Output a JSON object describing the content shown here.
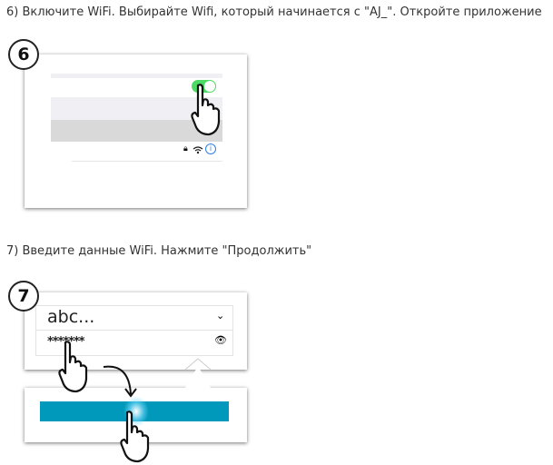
{
  "step6": {
    "number": "6",
    "instruction": "6) Включите WiFi. Выбирайте Wifi, который начинается с \"AJ_\". Откройте приложение"
  },
  "step7": {
    "number": "7",
    "instruction": "7) Введите данные WiFi. Нажмите \"Продолжить\"",
    "ssid_value": "abc...",
    "password_value": "*******"
  },
  "colors": {
    "toggle": "#4cd964",
    "button": "#0099bb",
    "info": "#2f7fe0"
  }
}
